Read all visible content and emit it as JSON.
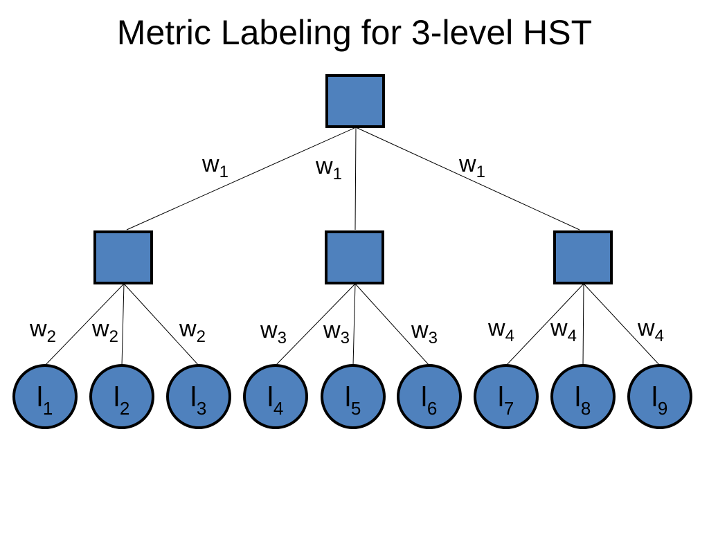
{
  "slide": {
    "title": "Metric Labeling for 3-level HST"
  },
  "tree": {
    "node_fill": "#4F81BD",
    "node_stroke": "#000000",
    "edge_color": "#000000",
    "root": {
      "shape": "square",
      "edges": [
        {
          "label": "w",
          "subscript": "1"
        },
        {
          "label": "w",
          "subscript": "1"
        },
        {
          "label": "w",
          "subscript": "1"
        }
      ],
      "children": [
        {
          "shape": "square",
          "edges": [
            {
              "label": "w",
              "subscript": "2"
            },
            {
              "label": "w",
              "subscript": "2"
            },
            {
              "label": "w",
              "subscript": "2"
            }
          ],
          "leaves": [
            {
              "label": "l",
              "subscript": "1"
            },
            {
              "label": "l",
              "subscript": "2"
            },
            {
              "label": "l",
              "subscript": "3"
            }
          ]
        },
        {
          "shape": "square",
          "edges": [
            {
              "label": "w",
              "subscript": "3"
            },
            {
              "label": "w",
              "subscript": "3"
            },
            {
              "label": "w",
              "subscript": "3"
            }
          ],
          "leaves": [
            {
              "label": "l",
              "subscript": "4"
            },
            {
              "label": "l",
              "subscript": "5"
            },
            {
              "label": "l",
              "subscript": "6"
            }
          ]
        },
        {
          "shape": "square",
          "edges": [
            {
              "label": "w",
              "subscript": "4"
            },
            {
              "label": "w",
              "subscript": "4"
            },
            {
              "label": "w",
              "subscript": "4"
            }
          ],
          "leaves": [
            {
              "label": "l",
              "subscript": "7"
            },
            {
              "label": "l",
              "subscript": "8"
            },
            {
              "label": "l",
              "subscript": "9"
            }
          ]
        }
      ]
    }
  }
}
